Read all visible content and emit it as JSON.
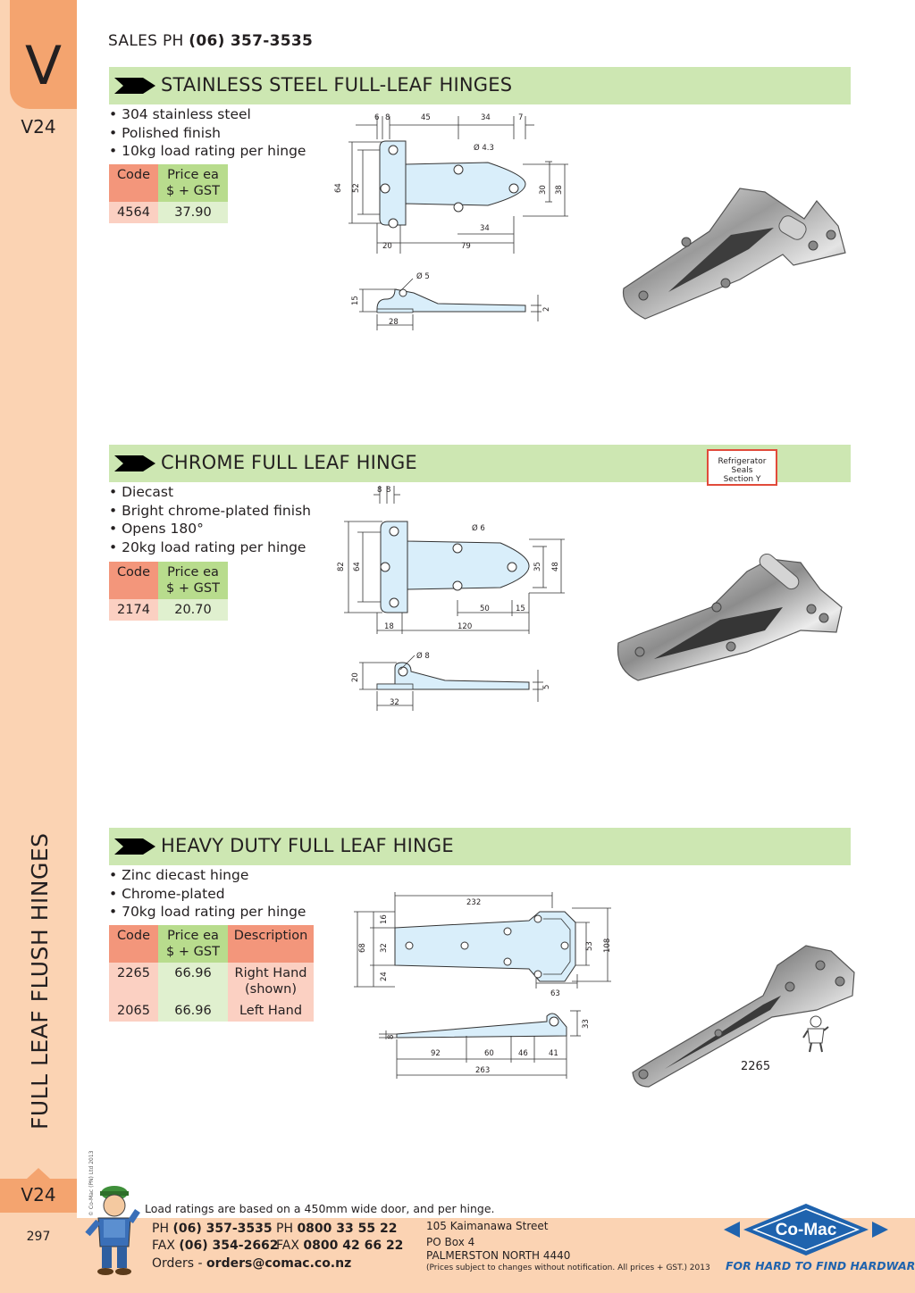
{
  "sidebar": {
    "section_letter": "V",
    "code_top": "V24",
    "title": "FULL LEAF FLUSH HINGES",
    "copyright": "© Co-Mac (PN) Ltd 2013",
    "code_bottom": "V24",
    "page_number": "297"
  },
  "header": {
    "sales_label": "SALES  PH",
    "sales_phone": "(06) 357-3535"
  },
  "products": [
    {
      "title": "STAINLESS STEEL FULL-LEAF HINGES",
      "bullets": [
        "304 stainless steel",
        "Polished finish",
        "10kg load rating per hinge"
      ],
      "table": {
        "code_header": "Code",
        "price_header_1": "Price ea",
        "price_header_2": "$ + GST",
        "rows": [
          {
            "code": "4564",
            "price": "37.90"
          }
        ]
      },
      "dims": {
        "top": [
          "6",
          "8",
          "45",
          "34",
          "7"
        ],
        "hole": "Ø 4.3",
        "left": [
          "64",
          "52"
        ],
        "right": [
          "30",
          "38"
        ],
        "inner": "34",
        "bottom": [
          "20",
          "79"
        ],
        "side_hole": "Ø 5",
        "side_height": "15",
        "side_thick": "2",
        "side_width": "28"
      }
    },
    {
      "title": "CHROME FULL LEAF HINGE",
      "bullets": [
        "Diecast",
        "Bright chrome-plated finish",
        "Opens 180°",
        "20kg load rating per hinge"
      ],
      "table": {
        "code_header": "Code",
        "price_header_1": "Price ea",
        "price_header_2": "$ + GST",
        "rows": [
          {
            "code": "2174",
            "price": "20.70"
          }
        ]
      },
      "ref_line1": "Refrigerator Seals",
      "ref_line2": "Section Y",
      "dims": {
        "top": [
          "8",
          "8"
        ],
        "hole": "Ø 6",
        "left": [
          "82",
          "64"
        ],
        "right": [
          "35",
          "48"
        ],
        "inner": [
          "50",
          "15"
        ],
        "bottom": [
          "18",
          "120"
        ],
        "side_hole": "Ø 8",
        "side_height": "20",
        "side_thick": "5",
        "side_width": "32"
      }
    },
    {
      "title": "HEAVY DUTY FULL LEAF HINGE",
      "bullets": [
        "Zinc diecast hinge",
        "Chrome-plated",
        "70kg load rating per hinge"
      ],
      "table": {
        "code_header": "Code",
        "price_header_1": "Price ea",
        "price_header_2": "$ + GST",
        "desc_header": "Description",
        "rows": [
          {
            "code": "2265",
            "price": "66.96",
            "desc_1": "Right Hand",
            "desc_2": "(shown)"
          },
          {
            "code": "2065",
            "price": "66.96",
            "desc_1": "Left Hand",
            "desc_2": ""
          }
        ]
      },
      "photo_caption": "2265",
      "dims": {
        "top": "232",
        "left": [
          "68",
          "16",
          "32",
          "24"
        ],
        "right": [
          "53",
          "108"
        ],
        "bottom": "63",
        "side": [
          "8",
          "33"
        ],
        "side_bottom": [
          "92",
          "60",
          "46",
          "41"
        ],
        "side_total": "263"
      }
    }
  ],
  "footer": {
    "load_note": "Load ratings are based on a 450mm wide door, and per hinge.",
    "ph_label": "PH",
    "ph": "(06) 357-3535",
    "fax_label": "FAX",
    "fax": "(06) 354-2662",
    "ph2_label": "PH",
    "ph2": "0800 33 55 22",
    "fax2_label": "FAX",
    "fax2": "0800 42 66 22",
    "orders_label": "Orders -",
    "orders": "orders@comac.co.nz",
    "address": [
      "105 Kaimanawa Street",
      "PO Box 4",
      "PALMERSTON NORTH 4440"
    ],
    "fineprint": "(Prices subject to changes without notification.  All prices + GST.)  2013",
    "logo_text": "Co-Mac",
    "logo_tagline": "FOR HARD TO FIND HARDWARE"
  },
  "colors": {
    "sidebar": "#fbd3b3",
    "tab": "#f4a46f",
    "band": "#cde7b2",
    "code_header": "#f3967b",
    "price_header": "#b8dc8d",
    "logo_blue": "#1f63ae"
  }
}
